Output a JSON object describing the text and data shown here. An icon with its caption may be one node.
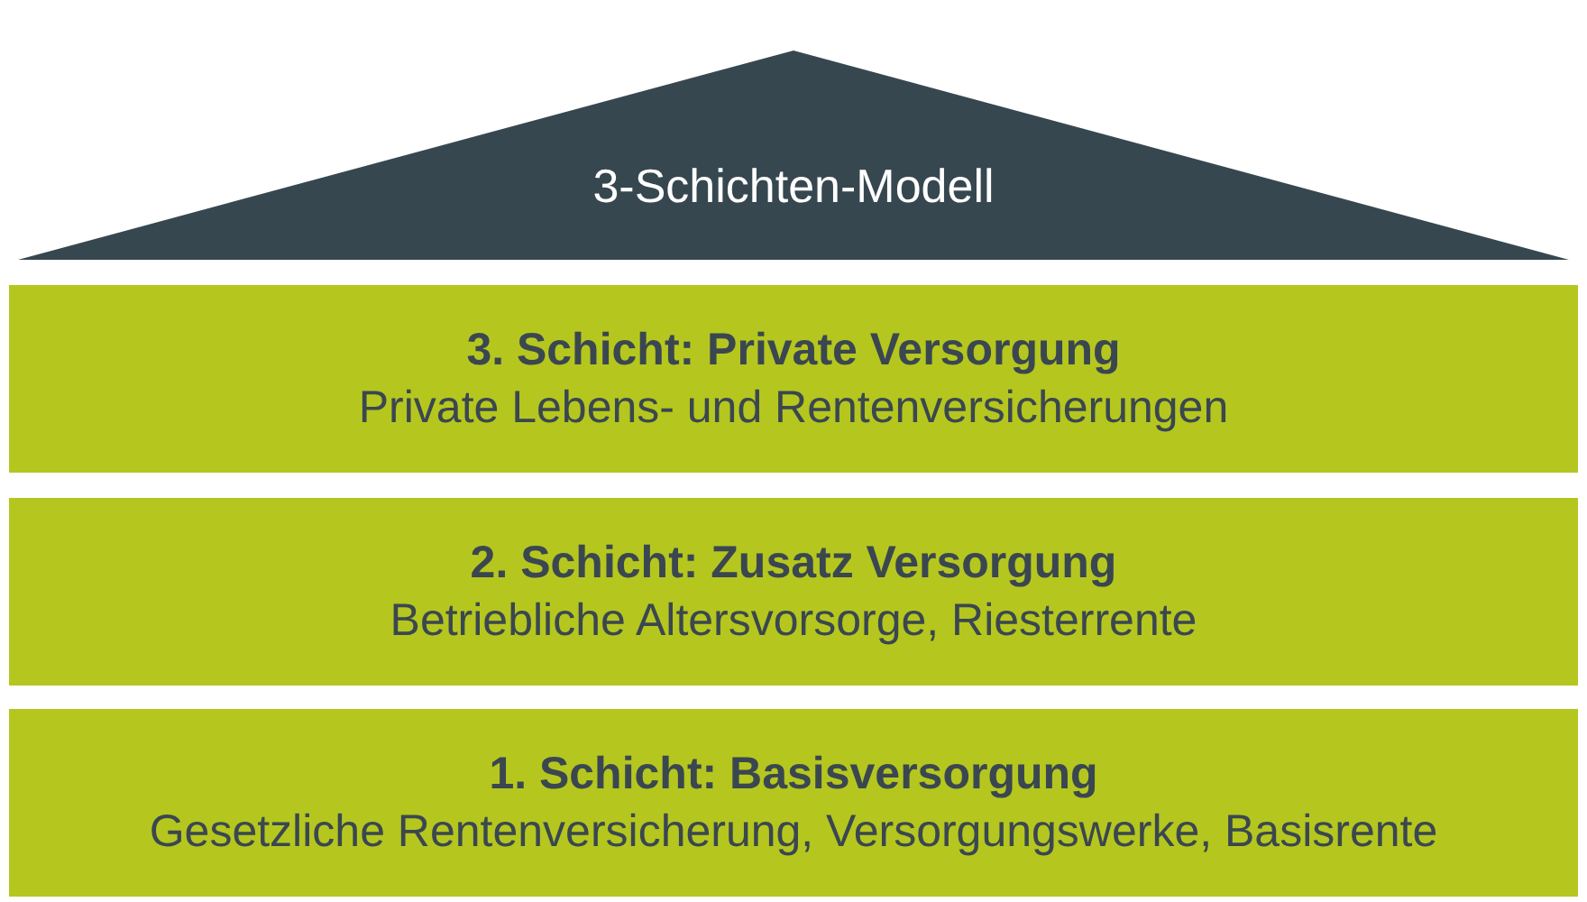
{
  "diagram": {
    "nodes": [
      {
        "text": [
          "3-Schichten-Modell"
        ]
      },
      {
        "text": [
          "3. Schicht: Private Versorgung",
          "Private Lebens- und Rentenversicherungen"
        ]
      },
      {
        "text": [
          "2. Schicht: Zusatz Versorgung",
          "Betriebliche Altersvorsorge, Riesterrente"
        ]
      },
      {
        "text": [
          "1. Schicht: Basisversorgung",
          "Gesetzliche Rentenversicherung, Versorgungswerke, Basisrente"
        ]
      }
    ]
  }
}
